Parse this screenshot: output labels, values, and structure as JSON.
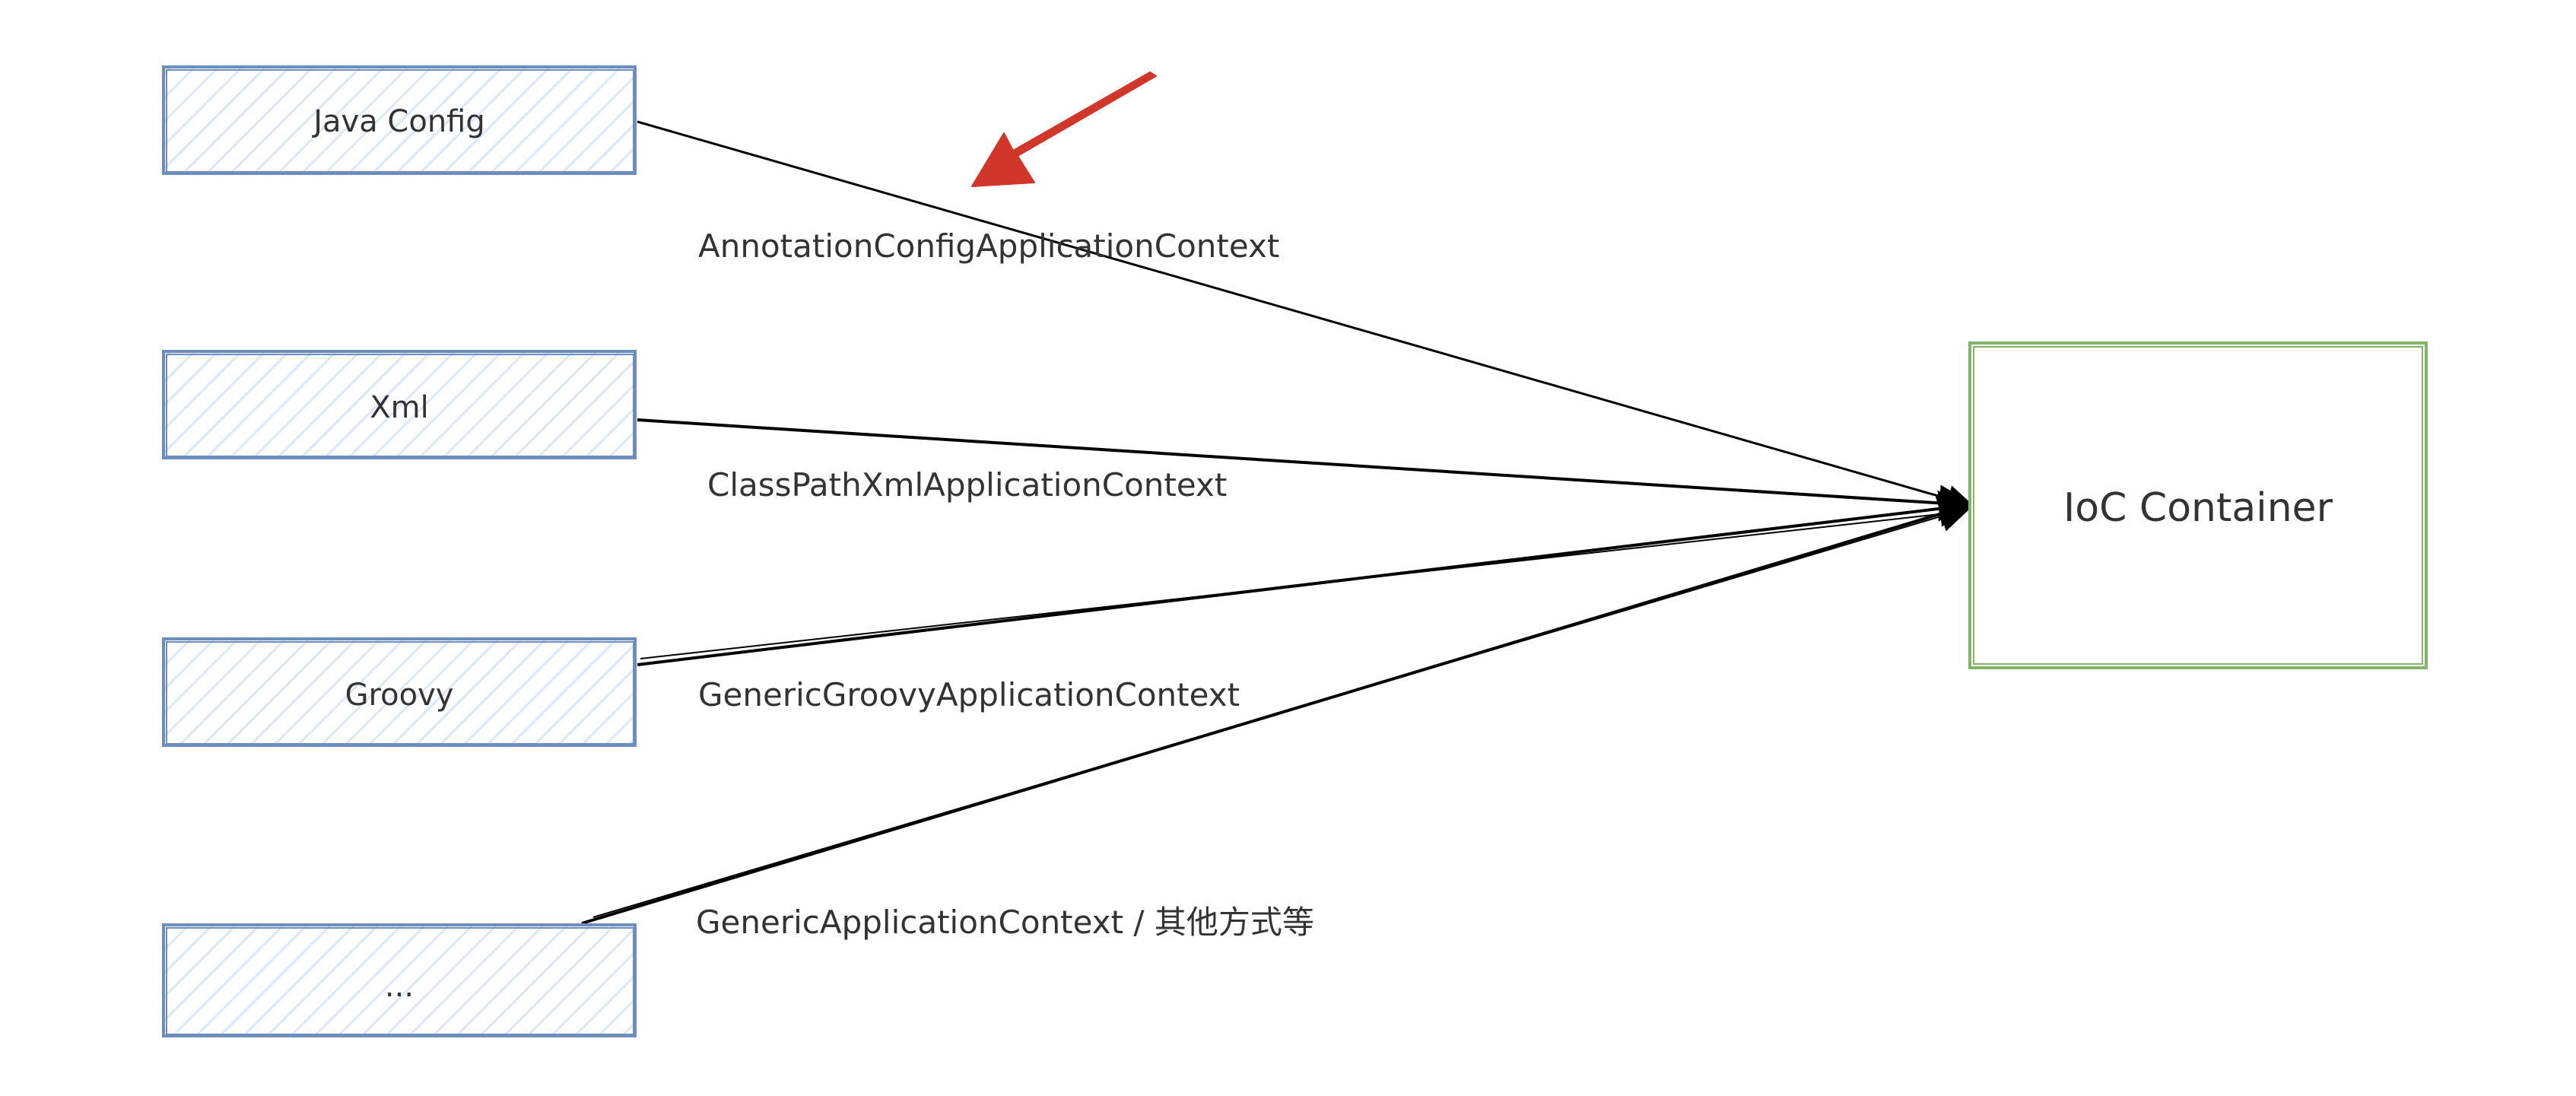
{
  "colors": {
    "source_stroke": "#6c8ebf",
    "source_hatch": "#dae8fc",
    "target_stroke": "#82b366",
    "edge": "#000000",
    "arrow_marker": "#d0372a",
    "text": "#333333"
  },
  "diagram": {
    "sources": [
      {
        "id": "java-config",
        "label": "Java Config"
      },
      {
        "id": "xml",
        "label": "Xml"
      },
      {
        "id": "groovy",
        "label": "Groovy"
      },
      {
        "id": "other",
        "label": "..."
      }
    ],
    "target": {
      "label": "IoC Container"
    },
    "edges": [
      {
        "from": "java-config",
        "label": "AnnotationConfigApplicationContext"
      },
      {
        "from": "xml",
        "label": "ClassPathXmlApplicationContext"
      },
      {
        "from": "groovy",
        "label": "GenericGroovyApplicationContext"
      },
      {
        "from": "other",
        "label": "GenericApplicationContext / 其他方式等"
      }
    ],
    "annotation_icon": "red-pointer-arrow-icon"
  }
}
